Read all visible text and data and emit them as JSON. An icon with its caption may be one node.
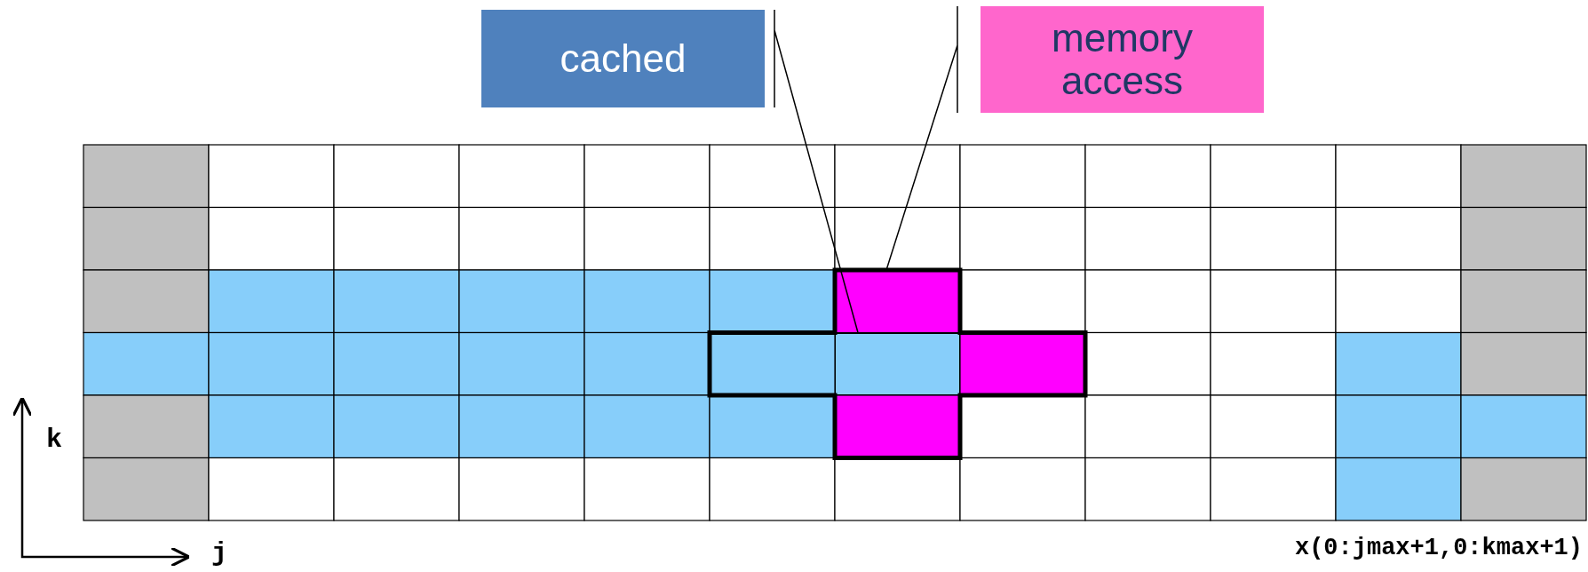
{
  "diagram": {
    "nodes": [
      {
        "text": [
          "cached"
        ]
      },
      {
        "text": [
          "memory access"
        ]
      },
      {
        "text": [],
        "shape": "box"
      },
      {
        "text": [],
        "shape": "box"
      }
    ],
    "edges": [
      {
        "from": 0,
        "to": 3,
        "arrow": "none"
      },
      {
        "from": 1,
        "to": 2,
        "arrow": "none"
      }
    ],
    "labels": [
      "k",
      "j",
      "x(0:jmax+1,0:kmax+1)"
    ]
  }
}
